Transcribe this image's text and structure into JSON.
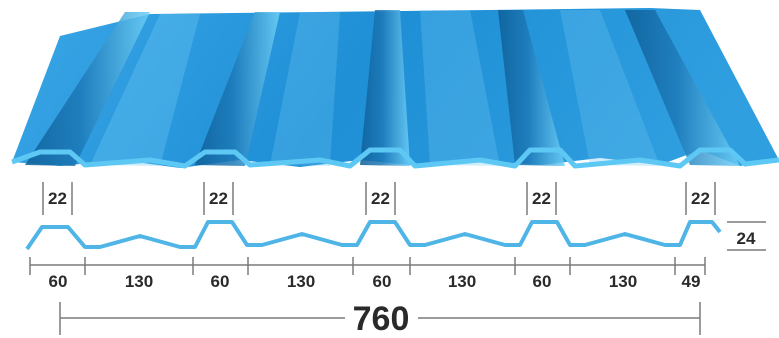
{
  "product": {
    "color_main": "#1f8fd6",
    "color_light": "#5cc3f2",
    "color_dark": "#0d5e96",
    "outline_color": "#7a7a7a",
    "text_color": "#2a2a2a"
  },
  "dimensions": {
    "rib_top_width": "22",
    "rib_top_labels": [
      "22",
      "22",
      "22",
      "22",
      "22"
    ],
    "profile_height": "24",
    "segments": [
      "60",
      "130",
      "60",
      "130",
      "60",
      "130",
      "60",
      "130",
      "49"
    ],
    "total_width": "760"
  }
}
